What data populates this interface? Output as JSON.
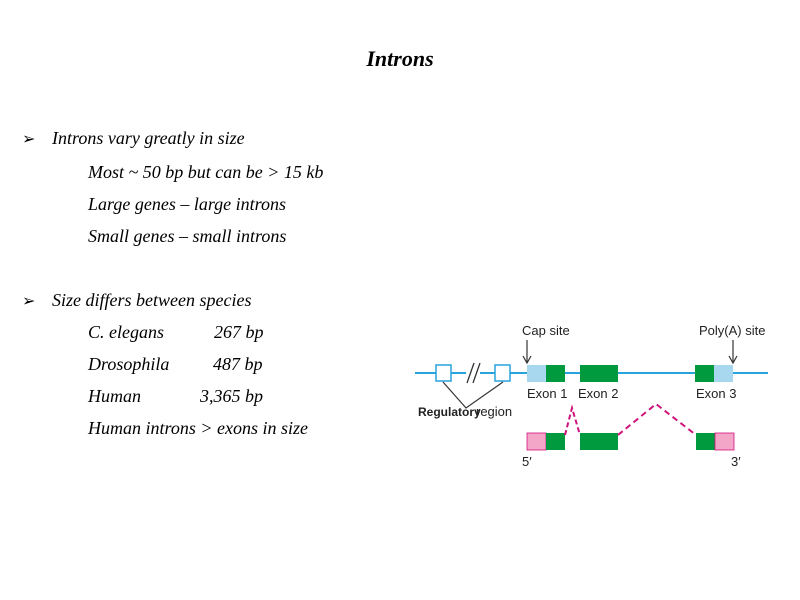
{
  "title": "Introns",
  "bullets": [
    {
      "text": "Introns vary greatly in size",
      "items": [
        "Most ~ 50 bp but can be > 15 kb",
        "Large genes – large introns",
        "Small genes – small introns"
      ]
    },
    {
      "text": "Size differs between species",
      "species": [
        {
          "name": "C. elegans",
          "value": "267 bp"
        },
        {
          "name": "Drosophila",
          "value": "487 bp"
        },
        {
          "name": "Human",
          "value": "3,365 bp"
        }
      ],
      "note": "Human introns > exons in size"
    }
  ],
  "diagram": {
    "cap_site": "Cap site",
    "polya_site": "Poly(A) site",
    "regulatory": "Regulatory",
    "region": "region",
    "exon1": "Exon 1",
    "exon2": "Exon 2",
    "exon3": "Exon 3",
    "five_prime": "5′",
    "three_prime": "3′",
    "colors": {
      "line": "#29a3dc",
      "utr_light_blue": "#a8d8f0",
      "exon_green": "#009a3e",
      "utr_pink": "#f4a6c8",
      "splice_magenta": "#d0127b",
      "box_border": "#29a3dc"
    }
  }
}
